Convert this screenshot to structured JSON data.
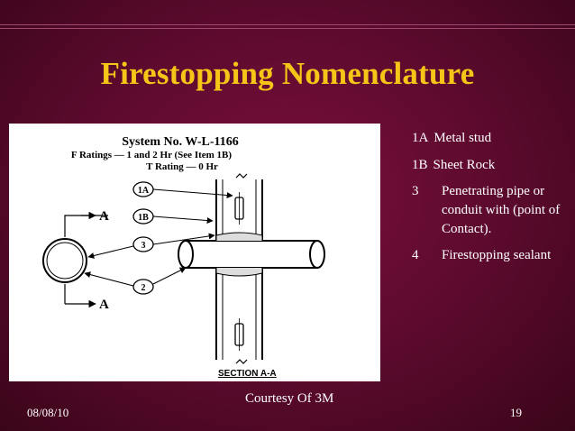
{
  "slide": {
    "title": "Firestopping Nomenclature",
    "courtesy": "Courtesy Of  3M",
    "date": "08/08/10",
    "page_number": "19"
  },
  "figure": {
    "system_no": "System No. W-L-1166",
    "f_ratings": "F Ratings — 1 and 2 Hr (See Item 1B)",
    "t_rating": "T Rating — 0 Hr",
    "callouts": [
      "1A",
      "1B",
      "3",
      "2"
    ],
    "section_marker": "A",
    "section_label": "SECTION A-A"
  },
  "legend": [
    {
      "code": "1A",
      "text": "Metal stud"
    },
    {
      "code": "1B",
      "text": "Sheet Rock"
    },
    {
      "code": "3",
      "text": "Penetrating pipe or conduit with (point of Contact)."
    },
    {
      "code": "4",
      "text": "Firestopping sealant"
    }
  ]
}
